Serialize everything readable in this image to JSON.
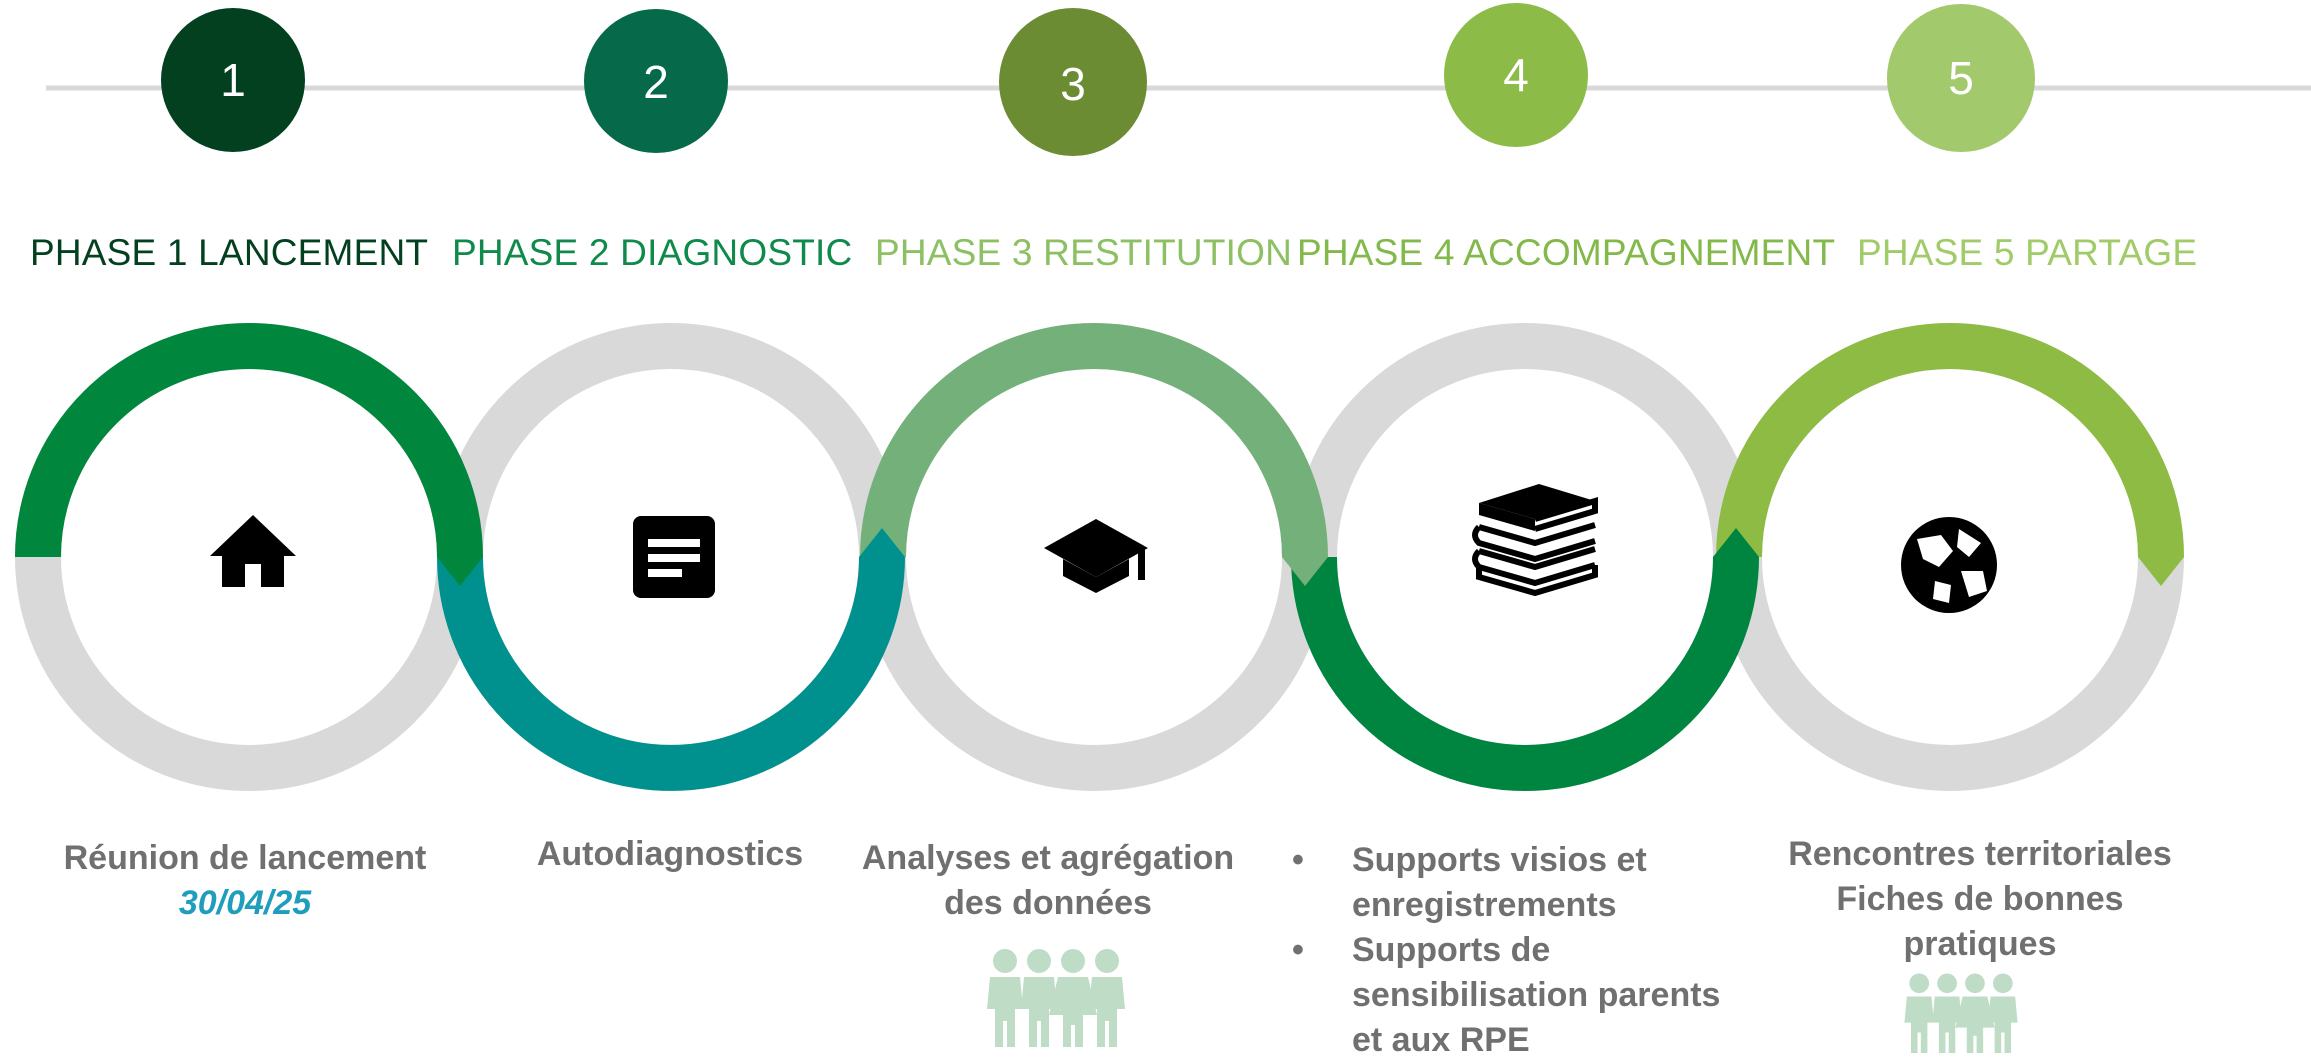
{
  "colors": {
    "track": "#d9d9d9",
    "step_fills": [
      "#02401f",
      "#066a4a",
      "#6c8c34",
      "#8cbc47",
      "#a2c96b"
    ],
    "phase_title_colors": [
      "#02401f",
      "#0f8a4a",
      "#8cc063",
      "#82b94a",
      "#9fcb68"
    ],
    "arc_colors": [
      "#00873d",
      "#00918e",
      "#74b07a",
      "#008541",
      "#8dbb44"
    ],
    "people": "#bfdcc7"
  },
  "steps": [
    {
      "number": "1"
    },
    {
      "number": "2"
    },
    {
      "number": "3"
    },
    {
      "number": "4"
    },
    {
      "number": "5"
    }
  ],
  "phases": [
    {
      "title": "PHASE 1 LANCEMENT",
      "icon": "home-icon"
    },
    {
      "title": "PHASE 2 DIAGNOSTIC",
      "icon": "document-icon"
    },
    {
      "title": "PHASE 3 RESTITUTION",
      "icon": "graduation-cap-icon"
    },
    {
      "title": "PHASE 4 ACCOMPAGNEMENT",
      "icon": "books-icon"
    },
    {
      "title": "PHASE 5 PARTAGE",
      "icon": "globe-icon"
    }
  ],
  "captions": {
    "phase1": {
      "line": "Réunion de lancement",
      "date": "30/04/25"
    },
    "phase2": {
      "line": "Autodiagnostics"
    },
    "phase3": {
      "line1": "Analyses et agrégation",
      "line2": "des données",
      "icon": "people-group-icon"
    },
    "phase4": {
      "bullets": [
        "Supports visios et enregistrements",
        "Supports de sensibilisation parents et aux RPE"
      ]
    },
    "phase5": {
      "line1": "Rencontres territoriales",
      "line2": "Fiches de bonnes",
      "line3": "pratiques",
      "icon": "people-group-icon"
    }
  }
}
